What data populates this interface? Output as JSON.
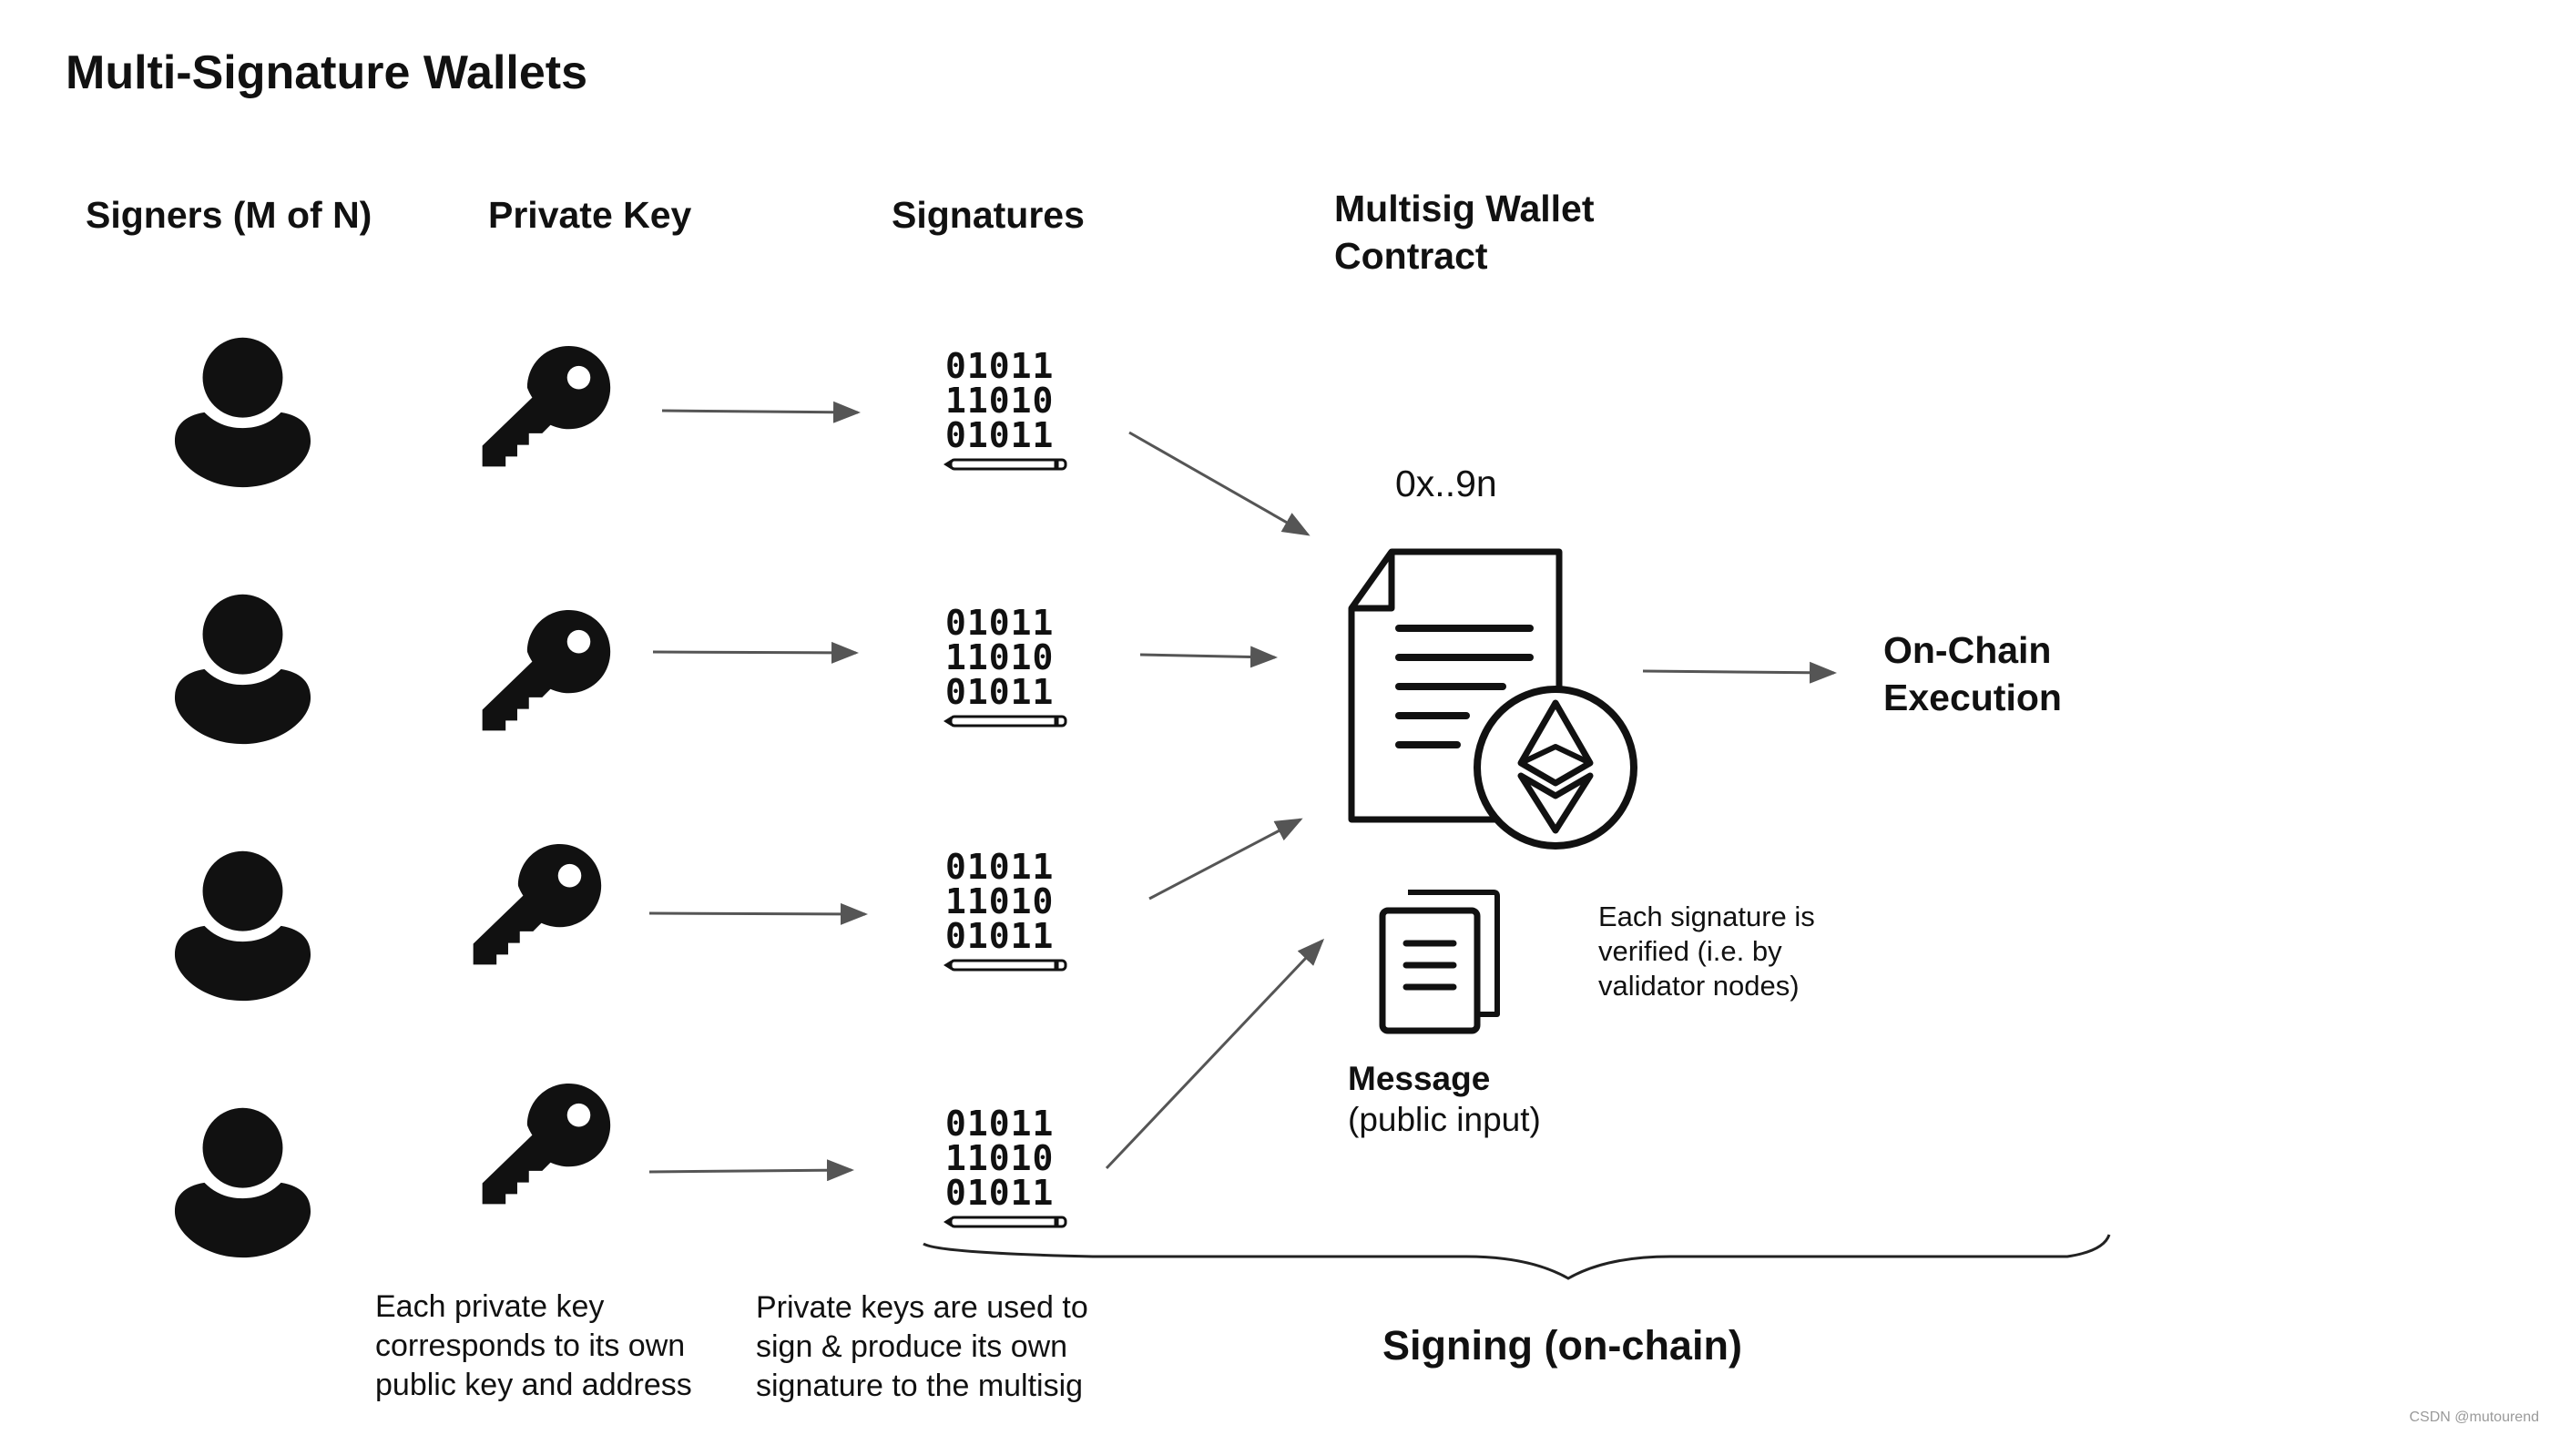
{
  "title": "Multi-Signature Wallets",
  "columns": {
    "signers": "Signers (M of N)",
    "private_key": "Private Key",
    "signatures": "Signatures",
    "contract_line1": "Multisig Wallet",
    "contract_line2": "Contract"
  },
  "rows": [
    {
      "bits": [
        "01011",
        "11010",
        "01011"
      ]
    },
    {
      "bits": [
        "01011",
        "11010",
        "01011"
      ]
    },
    {
      "bits": [
        "01011",
        "11010",
        "01011"
      ]
    },
    {
      "bits": [
        "01011",
        "11010",
        "01011"
      ]
    }
  ],
  "contract": {
    "address": "0x..9n"
  },
  "output": {
    "line1": "On-Chain",
    "line2": "Execution"
  },
  "message": {
    "label": "Message",
    "sublabel": "(public input)"
  },
  "notes": {
    "verification": [
      "Each signature is",
      "verified (i.e. by",
      "validator nodes)"
    ],
    "private_key": [
      "Each private key",
      "corresponds to its own",
      "public key and address"
    ],
    "signing": [
      "Private keys are used to",
      "sign & produce its own",
      "signature to the multisig"
    ]
  },
  "bracket_label": "Signing (on-chain)",
  "watermark": "CSDN @mutourend",
  "icons": {
    "signer": "person-icon",
    "key": "key-icon",
    "signature": "binary-signature-icon",
    "contract": "document-ethereum-icon",
    "message": "documents-icon"
  },
  "colors": {
    "ink": "#111111",
    "arrow": "#555555"
  }
}
